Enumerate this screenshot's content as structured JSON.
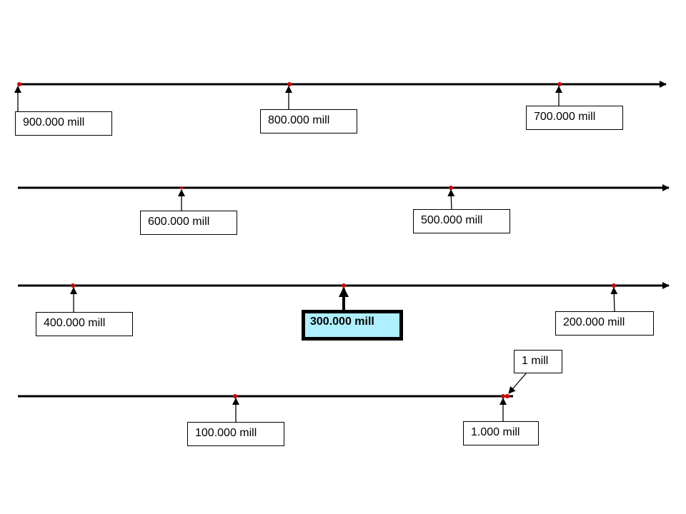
{
  "colors": {
    "line": "#000000",
    "point": "#cc0000",
    "highlight_fill": "#aef0ff"
  },
  "labels": {
    "m900k": "900.000 mill",
    "m800k": "800.000 mill",
    "m700k": "700.000 mill",
    "m600k": "600.000 mill",
    "m500k": "500.000 mill",
    "m400k": "400.000 mill",
    "m300k": "300.000 mill",
    "m200k": "200.000 mill",
    "m100k": "100.000 mill",
    "m1k": "1.000 mill",
    "m1": "1 mill"
  }
}
